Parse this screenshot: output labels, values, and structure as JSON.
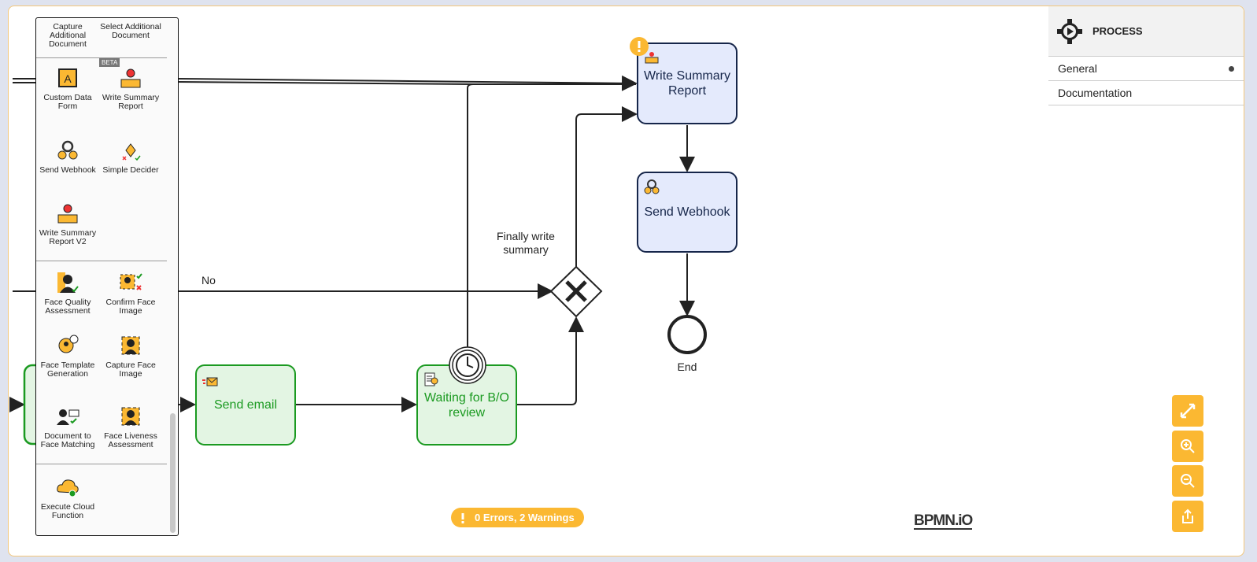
{
  "palette": {
    "items": [
      {
        "label": "Capture Additional Document",
        "icon": "capture-document-icon"
      },
      {
        "label": "Select Additional Document",
        "icon": "select-document-icon"
      },
      {
        "label": "Custom Data Form",
        "icon": "custom-data-form-icon"
      },
      {
        "label": "Write Summary Report",
        "icon": "write-summary-icon"
      },
      {
        "label": "Send Webhook",
        "icon": "webhook-icon"
      },
      {
        "label": "Simple Decider",
        "icon": "decider-icon"
      },
      {
        "label": "Write Summary Report V2",
        "icon": "write-summary-icon"
      },
      {
        "label": "Face Quality Assessment",
        "icon": "face-quality-icon"
      },
      {
        "label": "Confirm Face Image",
        "icon": "confirm-face-icon"
      },
      {
        "label": "Face Template Generation",
        "icon": "face-template-icon"
      },
      {
        "label": "Capture Face Image",
        "icon": "capture-face-icon"
      },
      {
        "label": "Document to Face Matching",
        "icon": "document-face-icon"
      },
      {
        "label": "Face Liveness Assessment",
        "icon": "face-liveness-icon"
      },
      {
        "label": "Execute Cloud Function",
        "icon": "cloud-function-icon"
      }
    ],
    "beta_badge": "BETA"
  },
  "diagram": {
    "tasks": {
      "write_summary": "Write Summary Report",
      "send_webhook": "Send Webhook",
      "send_email": "Send email",
      "waiting_review": "Waiting for B/O review"
    },
    "labels": {
      "no": "No",
      "finally_write": "Finally write summary",
      "end": "End"
    }
  },
  "properties": {
    "title": "PROCESS",
    "rows": [
      "General",
      "Documentation"
    ]
  },
  "status": {
    "text": "0 Errors, 2 Warnings"
  },
  "logo": "BPMN.iO",
  "colors": {
    "accent": "#fbb832",
    "task_blue_fill": "#e4eafc",
    "task_green": "#1b9a21",
    "task_green_fill": "#e3f5e3"
  }
}
